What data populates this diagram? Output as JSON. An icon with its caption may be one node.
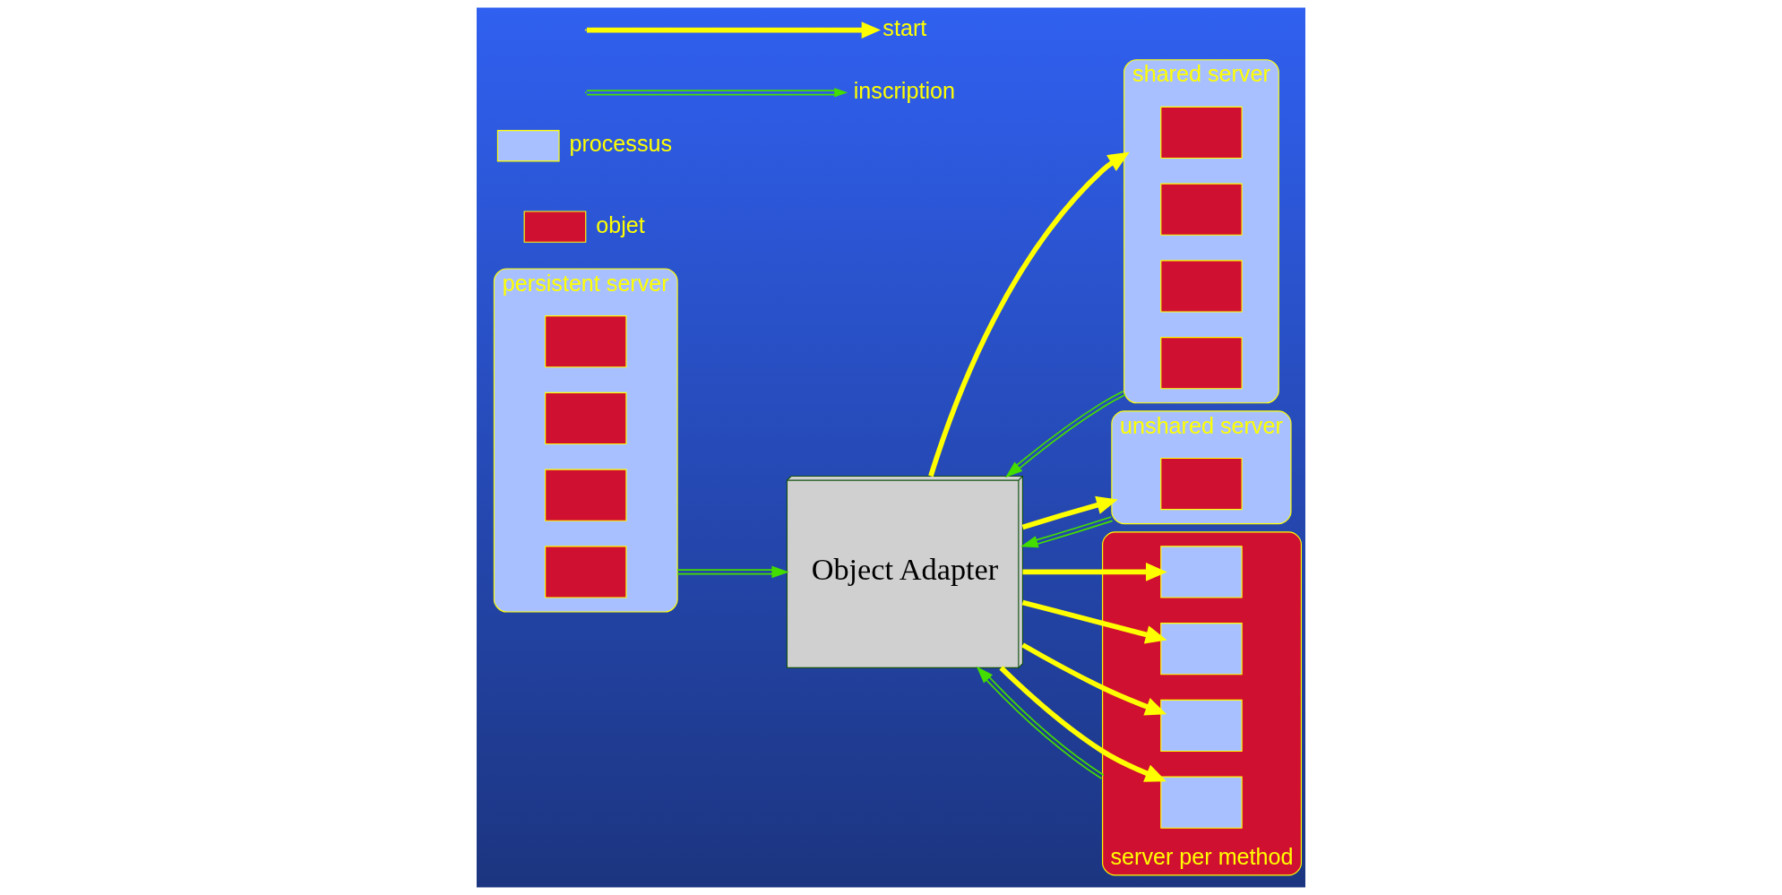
{
  "diagram": {
    "nodes": [
      {
        "text": [
          "shared server"
        ]
      },
      {
        "text": [],
        "shape": "box",
        "in": 0
      },
      {
        "text": [],
        "shape": "box",
        "in": 0
      },
      {
        "text": [],
        "shape": "box",
        "in": 0
      },
      {
        "text": [],
        "shape": "box",
        "in": 0
      },
      {
        "text": [
          "persistent server"
        ]
      },
      {
        "text": [],
        "shape": "box",
        "in": 5
      },
      {
        "text": [],
        "shape": "box",
        "in": 5
      },
      {
        "text": [],
        "shape": "box",
        "in": 5
      },
      {
        "text": [],
        "shape": "box",
        "in": 5
      },
      {
        "text": [
          "unshared server"
        ]
      },
      {
        "text": [],
        "shape": "box",
        "in": 10
      },
      {
        "text": [
          "server per method"
        ]
      },
      {
        "text": [],
        "shape": "box",
        "in": 12
      },
      {
        "text": [],
        "shape": "box",
        "in": 12
      },
      {
        "text": [],
        "shape": "box",
        "in": 12
      },
      {
        "text": [],
        "shape": "box",
        "in": 12
      },
      {
        "text": [
          "Object Adapter"
        ]
      }
    ],
    "edges": [
      {
        "from": 17,
        "to": 0,
        "arrow": "to"
      },
      {
        "from": 0,
        "to": 17,
        "arrow": "to",
        "color": "#44dd00"
      },
      {
        "from": 5,
        "to": 17,
        "arrow": "to",
        "color": "#44dd00"
      },
      {
        "from": 17,
        "to": 10,
        "arrow": "to"
      },
      {
        "from": 10,
        "to": 17,
        "arrow": "to",
        "color": "#44dd00"
      },
      {
        "from": 17,
        "to": 13,
        "arrow": "to"
      },
      {
        "from": 17,
        "to": 14,
        "arrow": "to"
      },
      {
        "from": 17,
        "to": 16,
        "arrow": "to"
      },
      {
        "from": 17,
        "to": 15,
        "arrow": "to"
      },
      {
        "from": 12,
        "to": 17,
        "arrow": "to",
        "color": "#44dd00"
      }
    ],
    "legend": [
      {
        "text": "objet",
        "color": "#d01030"
      },
      {
        "text": "processus",
        "color": "#a8c0ff"
      },
      {
        "text": "inscription"
      },
      {
        "text": "start"
      }
    ]
  }
}
